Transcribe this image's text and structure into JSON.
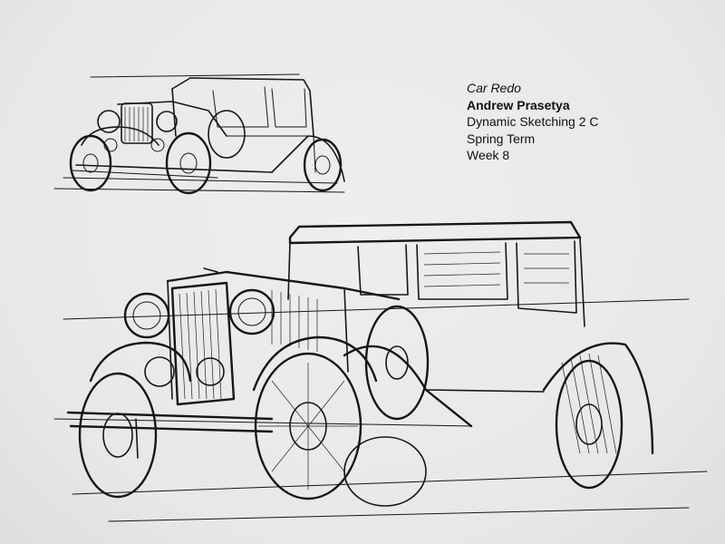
{
  "caption": {
    "title": "Car Redo",
    "author": "Andrew Prasetya",
    "course": "Dynamic Sketching 2 C",
    "term": "Spring Term",
    "week": "Week 8"
  },
  "colors": {
    "paper": "#ebebeb",
    "ink": "#161616"
  }
}
